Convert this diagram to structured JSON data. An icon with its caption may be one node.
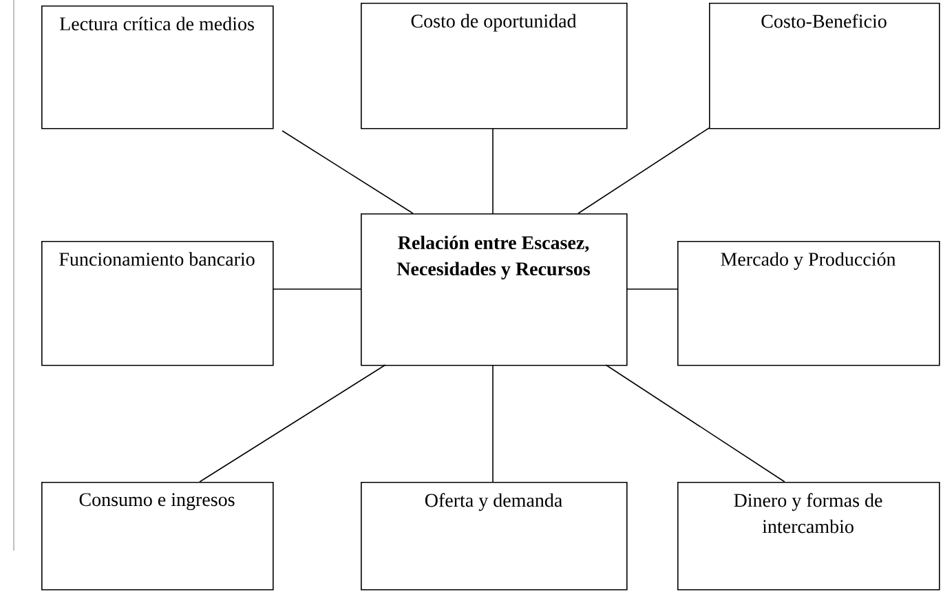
{
  "diagram": {
    "nodes": [
      {
        "text": [
          "Lectura crítica de medios"
        ]
      },
      {
        "text": [
          "Costo de oportunidad"
        ]
      },
      {
        "text": [
          "Costo-Beneficio"
        ]
      },
      {
        "text": [
          "Funcionamiento bancario"
        ]
      },
      {
        "text": [
          "Relación entre Escasez, Necesidades y Recursos"
        ]
      },
      {
        "text": [
          "Mercado y Producción"
        ]
      },
      {
        "text": [
          "Consumo e ingresos"
        ]
      },
      {
        "text": [
          "Oferta y demanda"
        ]
      },
      {
        "text": [
          "Dinero y formas de intercambio"
        ]
      }
    ],
    "edges": [
      {
        "from": 4,
        "to": 0,
        "arrow": "none"
      },
      {
        "from": 4,
        "to": 1,
        "arrow": "none"
      },
      {
        "from": 4,
        "to": 2,
        "arrow": "none"
      },
      {
        "from": 4,
        "to": 3,
        "arrow": "none"
      },
      {
        "from": 4,
        "to": 5,
        "arrow": "none"
      },
      {
        "from": 4,
        "to": 6,
        "arrow": "none"
      },
      {
        "from": 4,
        "to": 7,
        "arrow": "none"
      },
      {
        "from": 4,
        "to": 8,
        "arrow": "none"
      }
    ]
  }
}
